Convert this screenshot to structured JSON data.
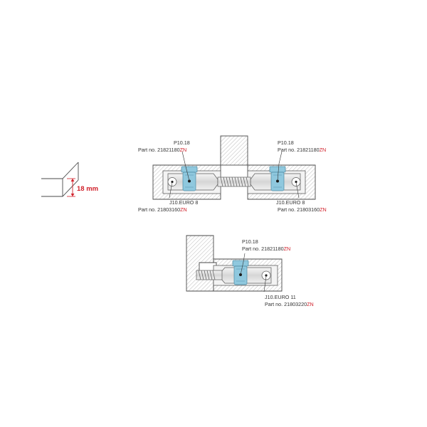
{
  "colors": {
    "accent_red": "#d0202a",
    "part_blue": "#8fc8de",
    "hatch": "#b3b3b3",
    "outline": "#4a4a4a",
    "channel": "#f3f3f3"
  },
  "thickness": {
    "value": "18 mm"
  },
  "top_assembly": {
    "left_fitting": {
      "name": "P10.18",
      "part_prefix": "Part no. 21821180",
      "part_suffix": "ZN"
    },
    "right_fitting": {
      "name": "P10.18",
      "part_prefix": "Part no. 21821180",
      "part_suffix": "ZN"
    },
    "left_connector": {
      "name": "J10.EURO 8",
      "part_prefix": "Part no. 21803160",
      "part_suffix": "ZN"
    },
    "right_connector": {
      "name": "J10.EURO 8",
      "part_prefix": "Part no. 21803160",
      "part_suffix": "ZN"
    }
  },
  "bottom_assembly": {
    "fitting": {
      "name": "P10.18",
      "part_prefix": "Part no. 21821180",
      "part_suffix": "ZN"
    },
    "connector": {
      "name": "J10.EURO 11",
      "part_prefix": "Part no. 21803220",
      "part_suffix": "ZN"
    }
  }
}
